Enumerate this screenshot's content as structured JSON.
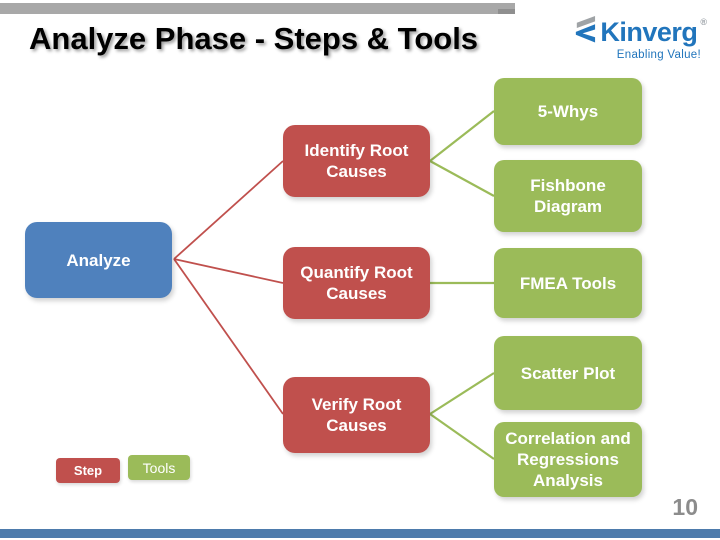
{
  "slide": {
    "title": "Analyze Phase - Steps & Tools",
    "page_number": "10"
  },
  "logo": {
    "name": "Kinverg",
    "registered_mark": "®",
    "tagline": "Enabling Value!"
  },
  "diagram": {
    "root": {
      "label": "Analyze"
    },
    "steps": [
      {
        "label": "Identify Root Causes",
        "tools": [
          "5-Whys",
          "Fishbone Diagram"
        ]
      },
      {
        "label": "Quantify Root Causes",
        "tools": [
          "FMEA Tools"
        ]
      },
      {
        "label": "Verify Root Causes",
        "tools": [
          "Scatter Plot",
          "Correlation and Regressions Analysis"
        ]
      }
    ]
  },
  "legend": {
    "step_label": "Step",
    "tools_label": "Tools"
  },
  "colors": {
    "root_box": "#4F81BD",
    "step_box": "#C0504D",
    "tool_box": "#9BBB59",
    "step_line": "#C0504D",
    "tool_line": "#9BBB59",
    "logo_blue": "#2175BC",
    "top_bar": "#A8A8A8",
    "bottom_bar": "#4D7BAC",
    "page_number": "#8C8C8C"
  }
}
